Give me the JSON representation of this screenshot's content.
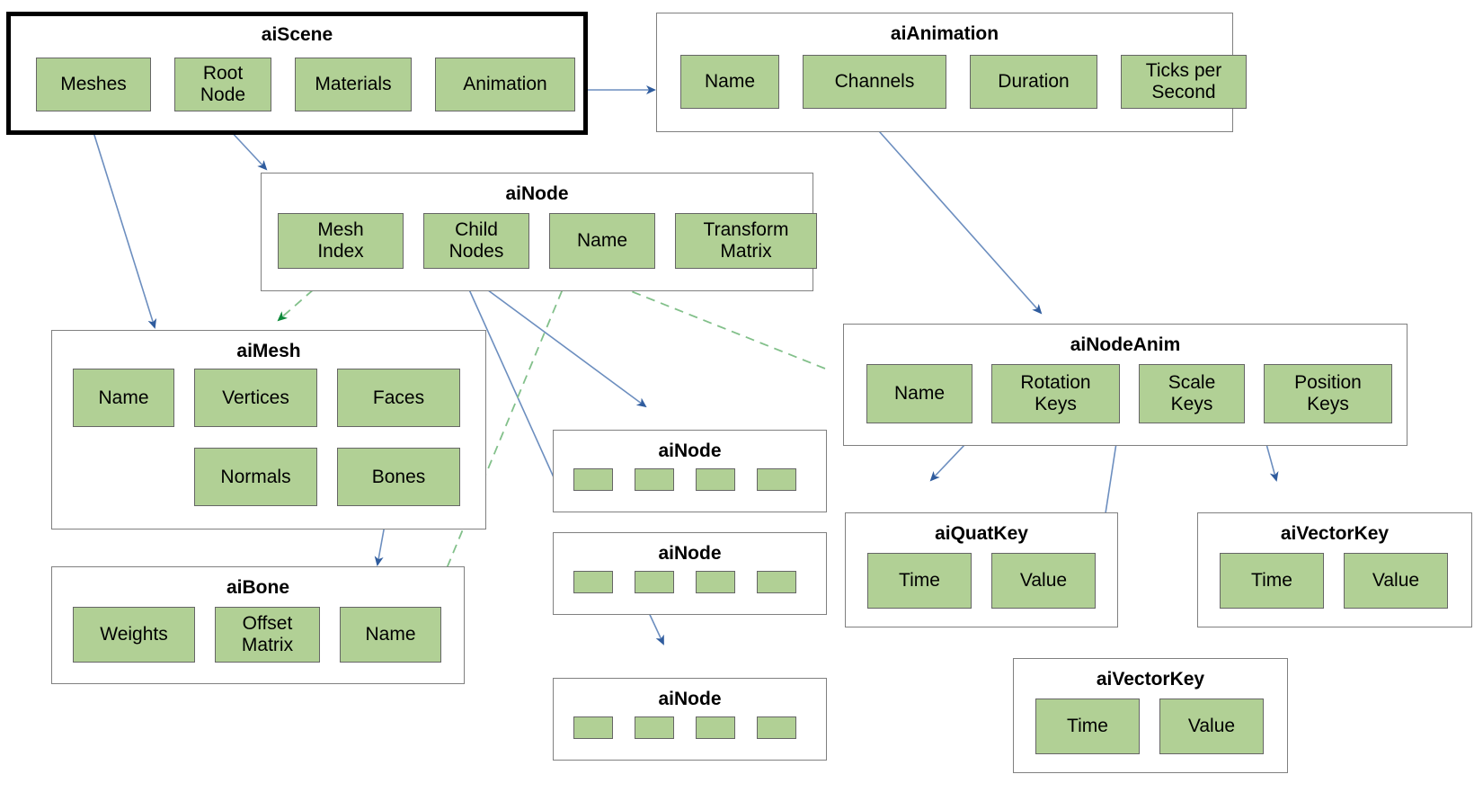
{
  "diagram": {
    "title": "Assimp data structure diagram",
    "colors": {
      "field_fill": "#b1d095",
      "field_stroke": "#666666",
      "group_stroke": "#808080",
      "root_stroke": "#000000",
      "edge_blue": "#6c8ebf",
      "arrow_blue": "#2f5c9e",
      "edge_green_dashed": "#82c08a",
      "arrow_green": "#0d8a3a",
      "background": "#ffffff"
    },
    "groups": [
      {
        "id": "aiScene",
        "title": "aiScene",
        "emphasis": "thick-black-border",
        "fields": [
          "Meshes",
          "Root\nNode",
          "Materials",
          "Animation"
        ]
      },
      {
        "id": "aiAnimation",
        "title": "aiAnimation",
        "fields": [
          "Name",
          "Channels",
          "Duration",
          "Ticks per\nSecond"
        ]
      },
      {
        "id": "aiNode",
        "title": "aiNode",
        "fields": [
          "Mesh\nIndex",
          "Child\nNodes",
          "Name",
          "Transform\nMatrix"
        ]
      },
      {
        "id": "aiMesh",
        "title": "aiMesh",
        "fields": [
          "Name",
          "Vertices",
          "Faces",
          "Normals",
          "Bones"
        ]
      },
      {
        "id": "aiBone",
        "title": "aiBone",
        "fields": [
          "Weights",
          "Offset\nMatrix",
          "Name"
        ]
      },
      {
        "id": "aiNodeAnim",
        "title": "aiNodeAnim",
        "fields": [
          "Name",
          "Rotation\nKeys",
          "Scale\nKeys",
          "Position\nKeys"
        ]
      },
      {
        "id": "aiNodeChild1",
        "title": "aiNode",
        "fields": [
          "",
          "",
          "",
          ""
        ]
      },
      {
        "id": "aiNodeChild2",
        "title": "aiNode",
        "fields": [
          "",
          "",
          "",
          ""
        ]
      },
      {
        "id": "aiNodeChild3",
        "title": "aiNode",
        "fields": [
          "",
          "",
          "",
          ""
        ]
      },
      {
        "id": "aiQuatKey",
        "title": "aiQuatKey",
        "fields": [
          "Time",
          "Value"
        ]
      },
      {
        "id": "aiVectorKeyRight",
        "title": "aiVectorKey",
        "fields": [
          "Time",
          "Value"
        ]
      },
      {
        "id": "aiVectorKeyBottom",
        "title": "aiVectorKey",
        "fields": [
          "Time",
          "Value"
        ]
      }
    ],
    "edges": [
      {
        "from": "aiScene.Animation",
        "to": "aiAnimation",
        "style": "solid-blue"
      },
      {
        "from": "aiScene.Root Node",
        "to": "aiNode",
        "style": "solid-blue"
      },
      {
        "from": "aiScene.Meshes",
        "to": "aiMesh",
        "style": "solid-blue"
      },
      {
        "from": "aiAnimation.Channels",
        "to": "aiNodeAnim",
        "style": "solid-blue"
      },
      {
        "from": "aiNode.Mesh Index",
        "to": "aiMesh",
        "style": "dashed-green"
      },
      {
        "from": "aiNode.Child Nodes",
        "to": "aiNodeChild1",
        "style": "solid-blue"
      },
      {
        "from": "aiNode.Child Nodes",
        "to": "aiNodeChild2",
        "style": "solid-blue"
      },
      {
        "from": "aiNodeChild2",
        "to": "aiNodeChild3",
        "style": "solid-blue"
      },
      {
        "from": "aiMesh.Bones",
        "to": "aiBone",
        "style": "solid-blue"
      },
      {
        "from": "aiBone.Name",
        "to": "aiNode.Name",
        "style": "dashed-green"
      },
      {
        "from": "aiNodeAnim.Name",
        "to": "aiNode.Name",
        "style": "dashed-green"
      },
      {
        "from": "aiNodeAnim.Rotation Keys",
        "to": "aiQuatKey",
        "style": "solid-blue"
      },
      {
        "from": "aiNodeAnim.Scale Keys",
        "to": "aiVectorKeyBottom",
        "style": "solid-blue"
      },
      {
        "from": "aiNodeAnim.Position Keys",
        "to": "aiVectorKeyRight",
        "style": "solid-blue"
      }
    ]
  },
  "labels": {
    "aiScene": {
      "title": "aiScene",
      "f0": "Meshes",
      "f1a": "Root",
      "f1b": "Node",
      "f2": "Materials",
      "f3": "Animation"
    },
    "aiAnimation": {
      "title": "aiAnimation",
      "f0": "Name",
      "f1": "Channels",
      "f2": "Duration",
      "f3a": "Ticks per",
      "f3b": "Second"
    },
    "aiNode": {
      "title": "aiNode",
      "f0a": "Mesh",
      "f0b": "Index",
      "f1a": "Child",
      "f1b": "Nodes",
      "f2": "Name",
      "f3a": "Transform",
      "f3b": "Matrix"
    },
    "aiMesh": {
      "title": "aiMesh",
      "f0": "Name",
      "f1": "Vertices",
      "f2": "Faces",
      "f3": "Normals",
      "f4": "Bones"
    },
    "aiBone": {
      "title": "aiBone",
      "f0": "Weights",
      "f1a": "Offset",
      "f1b": "Matrix",
      "f2": "Name"
    },
    "aiNodeAnim": {
      "title": "aiNodeAnim",
      "f0": "Name",
      "f1a": "Rotation",
      "f1b": "Keys",
      "f2a": "Scale",
      "f2b": "Keys",
      "f3a": "Position",
      "f3b": "Keys"
    },
    "aiNodeChild1": {
      "title": "aiNode"
    },
    "aiNodeChild2": {
      "title": "aiNode"
    },
    "aiNodeChild3": {
      "title": "aiNode"
    },
    "aiQuatKey": {
      "title": "aiQuatKey",
      "f0": "Time",
      "f1": "Value"
    },
    "aiVectorKeyRight": {
      "title": "aiVectorKey",
      "f0": "Time",
      "f1": "Value"
    },
    "aiVectorKeyBottom": {
      "title": "aiVectorKey",
      "f0": "Time",
      "f1": "Value"
    }
  }
}
